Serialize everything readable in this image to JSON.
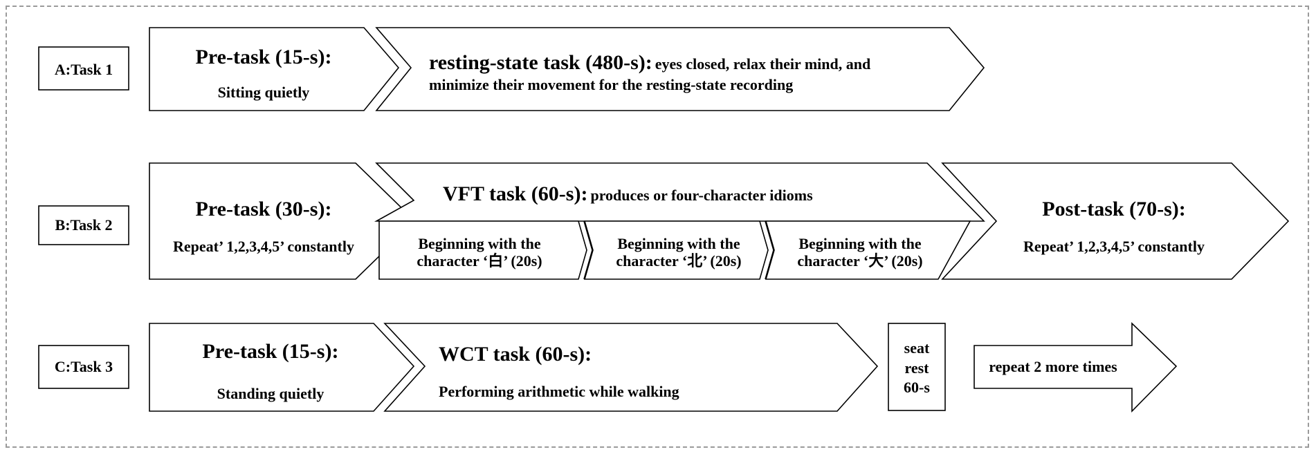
{
  "rows": [
    {
      "label": "A:Task 1",
      "pre_title": "Pre-task (15-s):",
      "pre_desc": "Sitting quietly",
      "main_title": "resting-state task (480-s):",
      "main_desc_line1": "eyes closed, relax their mind, and",
      "main_desc_line2": "minimize their movement for the resting-state recording"
    },
    {
      "label": "B:Task 2",
      "pre_title": "Pre-task (30-s):",
      "pre_desc": "Repeat’ 1,2,3,4,5’ constantly",
      "main_title": "VFT task (60-s):",
      "main_desc": "produces or four-character idioms",
      "sub": [
        {
          "line1": "Beginning with the",
          "line2": "character ‘白’ (20s)"
        },
        {
          "line1": "Beginning with the",
          "line2": "character ‘北’ (20s)"
        },
        {
          "line1": "Beginning with the",
          "line2": "character ‘大’ (20s)"
        }
      ],
      "post_title": "Post-task (70-s):",
      "post_desc": "Repeat’ 1,2,3,4,5’ constantly"
    },
    {
      "label": "C:Task 3",
      "pre_title": "Pre-task (15-s):",
      "pre_desc": "Standing quietly",
      "main_title": "WCT task (60-s):",
      "main_desc": "Performing arithmetic while walking",
      "rest_line1": "seat",
      "rest_line2": "rest",
      "rest_line3": "60-s",
      "repeat": "repeat 2 more times"
    }
  ]
}
